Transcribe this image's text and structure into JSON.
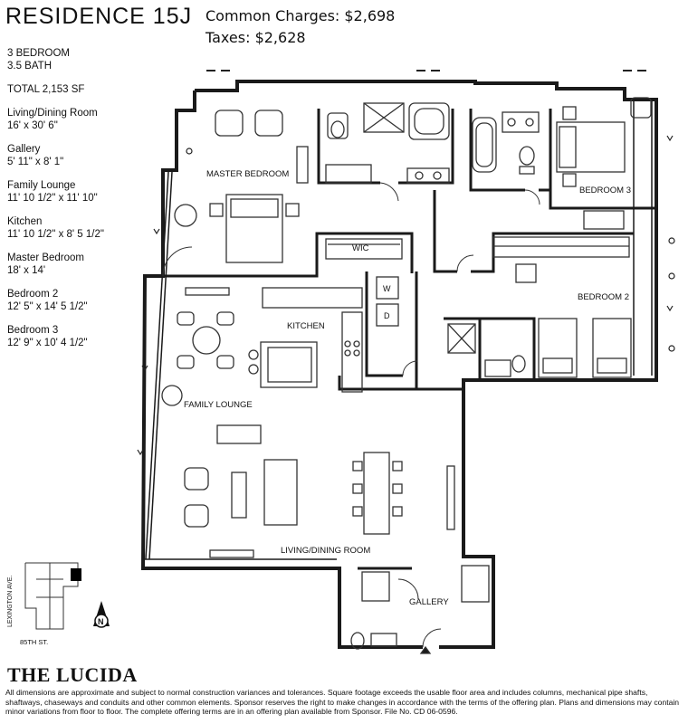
{
  "header": {
    "residence": "RESIDENCE 15J",
    "common_charges": "Common Charges: $2,698",
    "taxes": "Taxes: $2,628"
  },
  "specs": {
    "bedrooms": "3 BEDROOM",
    "baths": "3.5 BATH",
    "total": "TOTAL 2,153 SF",
    "rooms": [
      {
        "name": "Living/Dining Room",
        "size": "16' x 30' 6\""
      },
      {
        "name": "Gallery",
        "size": "5' 11\" x 8' 1\""
      },
      {
        "name": "Family Lounge",
        "size": "11' 10 1/2\" x 11' 10\""
      },
      {
        "name": "Kitchen",
        "size": "11' 10 1/2\" x 8' 5 1/2\""
      },
      {
        "name": "Master Bedroom",
        "size": "18' x 14'"
      },
      {
        "name": "Bedroom 2",
        "size": "12' 5\" x 14' 5 1/2\""
      },
      {
        "name": "Bedroom 3",
        "size": "12' 9\" x 10' 4 1/2\""
      }
    ]
  },
  "plan_labels": {
    "master_bedroom": "MASTER BEDROOM",
    "bedroom_3": "BEDROOM 3",
    "bedroom_2": "BEDROOM 2",
    "wic": "WIC",
    "kitchen": "KITCHEN",
    "family_lounge": "FAMILY LOUNGE",
    "living_dining": "LIVING/DINING ROOM",
    "gallery": "GALLERY",
    "washer": "W",
    "dryer": "D"
  },
  "keyplan": {
    "avenue": "LEXINGTON AVE.",
    "street": "85TH ST.",
    "north": "N"
  },
  "footer": {
    "brand": "THE LUCIDA",
    "disclaimer": "All dimensions are approximate and subject to normal construction variances and tolerances. Square footage exceeds the usable floor area and includes columns, mechanical pipe shafts, shaftways, chaseways and conduits and other common elements. Sponsor reserves the right to make changes in accordance with the terms of the offering plan. Plans and dimensions may contain minor variations from floor to floor. The complete offering terms are in an offering plan available from Sponsor. File No. CD 06-0596."
  },
  "colors": {
    "wall": "#1a1a1a",
    "line": "#333333",
    "accent_keyplan": "#000000"
  }
}
